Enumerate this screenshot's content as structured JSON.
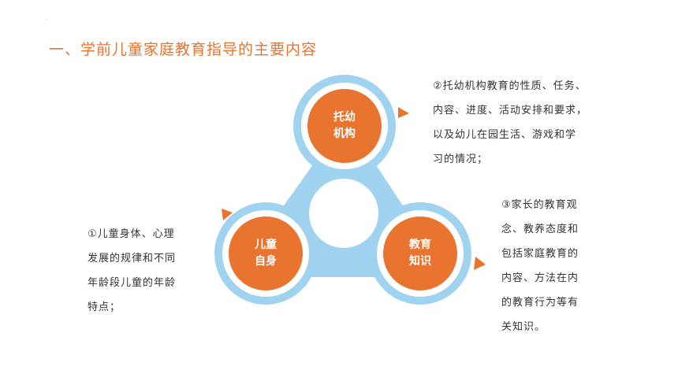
{
  "slide": {
    "title": "一、学前儿童家庭教育指导的主要内容",
    "dot": "·"
  },
  "nodes": {
    "top": {
      "line1": "托幼",
      "line2": "机构"
    },
    "left": {
      "line1": "儿童",
      "line2": "自身"
    },
    "right": {
      "line1": "教育",
      "line2": "知识"
    }
  },
  "notes": {
    "item2": [
      "②托幼机构教育的性质、任务、",
      "内容、进度、活动安排和要求，",
      "以及幼儿在园生活、游戏和学",
      "习的情况；"
    ],
    "item1": [
      "①儿童身体、心理",
      "发展的规律和不同",
      "年龄段儿童的年龄",
      "特点；"
    ],
    "item3": [
      "③家长的教育观",
      "念、教养态度和",
      "包括家庭教育的",
      "内容、方法在内",
      "的教育行为等有",
      "关知识。"
    ]
  },
  "colors": {
    "accent": "#e8742f",
    "frame": "#9fd3ef",
    "text": "#333333"
  }
}
